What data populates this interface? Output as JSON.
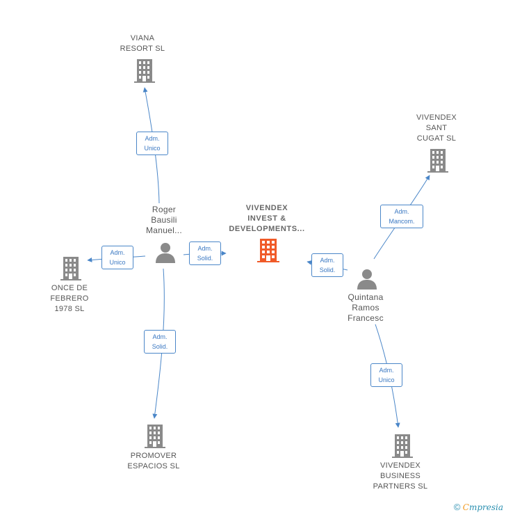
{
  "colors": {
    "edge": "#4a86c8",
    "company": "#8a8a8a",
    "focus_company": "#f05a28",
    "person": "#8a8a8a"
  },
  "nodes": {
    "viana": {
      "lines": [
        "VIANA",
        "RESORT SL"
      ],
      "icon": "building-icon"
    },
    "vivendex_sant_cugat": {
      "lines": [
        "VIVENDEX",
        "SANT",
        "CUGAT  SL"
      ],
      "icon": "building-icon"
    },
    "vivendex_invest": {
      "lines": [
        "VIVENDEX",
        "INVEST &",
        "DEVELOPMENTS..."
      ],
      "icon": "building-icon"
    },
    "roger": {
      "lines": [
        "Roger",
        "Bausili",
        "Manuel..."
      ],
      "icon": "person-icon"
    },
    "once": {
      "lines": [
        "ONCE DE",
        "FEBRERO",
        "1978  SL"
      ],
      "icon": "building-icon"
    },
    "quintana": {
      "lines": [
        "Quintana",
        "Ramos",
        "Francesc"
      ],
      "icon": "person-icon"
    },
    "promover": {
      "lines": [
        "PROMOVER",
        "ESPACIOS  SL"
      ],
      "icon": "building-icon"
    },
    "vivendex_business": {
      "lines": [
        "VIVENDEX",
        "BUSINESS",
        "PARTNERS  SL"
      ],
      "icon": "building-icon"
    }
  },
  "edges": {
    "roger_viana": [
      "Adm.",
      "Unico"
    ],
    "roger_once": [
      "Adm.",
      "Unico"
    ],
    "roger_invest": [
      "Adm.",
      "Solid."
    ],
    "roger_promover": [
      "Adm.",
      "Solid."
    ],
    "quintana_invest": [
      "Adm.",
      "Solid."
    ],
    "quintana_santcugat": [
      "Adm.",
      "Mancom."
    ],
    "quintana_business": [
      "Adm.",
      "Unico"
    ]
  },
  "footer": {
    "copyright": "©",
    "brand_initial": "C",
    "brand_rest": "mpresia"
  }
}
